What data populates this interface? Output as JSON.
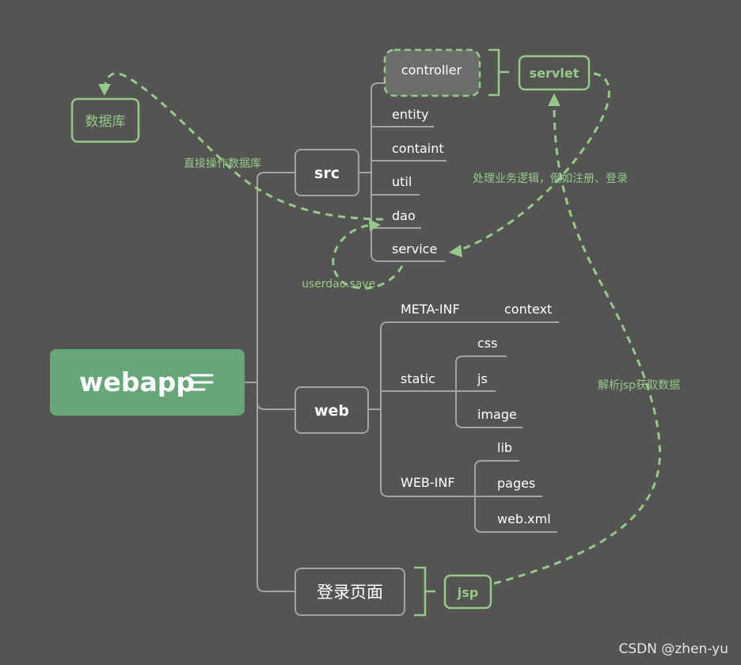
{
  "colors": {
    "background": "#545553",
    "root_fill": "#66a679",
    "connector": "#a3a3a1",
    "accent_green": "#96c98a",
    "text": "#ffffff"
  },
  "root": {
    "label": "webapp",
    "icon": "menu-lines-icon"
  },
  "level1": {
    "src": "src",
    "web": "web",
    "login": "登录页面"
  },
  "src_children": {
    "controller": "controller",
    "entity": "entity",
    "containt": "containt",
    "util": "util",
    "dao": "dao",
    "service": "service"
  },
  "web_children": {
    "meta_inf": "META-INF",
    "context": "context",
    "static": "static",
    "css": "css",
    "js": "js",
    "image": "image",
    "web_inf": "WEB-INF",
    "lib": "lib",
    "pages": "pages",
    "web_xml": "web.xml"
  },
  "summaries": {
    "servlet": "servlet",
    "jsp": "jsp"
  },
  "floating": {
    "database": "数据库"
  },
  "annotations": {
    "direct_db": "直接操作数据库",
    "business_logic": "处理业务逻辑，例如注册、登录",
    "userdao_save": "userdao.save",
    "parse_jsp": "解析jsp获取数据"
  },
  "watermark": "CSDN @zhen-yu"
}
